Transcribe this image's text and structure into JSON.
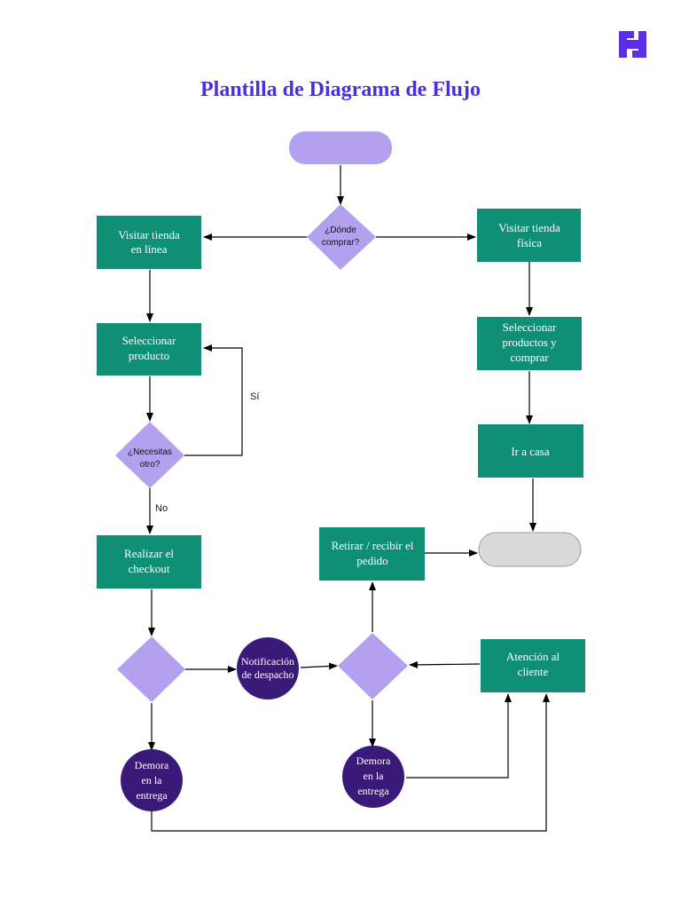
{
  "title": "Plantilla de Diagrama de Flujo",
  "colors": {
    "title": "#4a2ee0",
    "process": "#0f8f76",
    "decision": "#b3a0ee",
    "circle": "#3a1a78",
    "start": "#b3a0ee",
    "end": "#d9d9d9",
    "logo": "#5a2ee6"
  },
  "logo": {
    "icon": "h-logo-icon"
  },
  "nodes": {
    "start": {
      "text": []
    },
    "where_buy": {
      "text": [
        "¿Dónde",
        "comprar?"
      ]
    },
    "visit_online": {
      "text": [
        "Visitar tienda",
        "en línea"
      ]
    },
    "visit_physical": {
      "text": [
        "Visitar tienda",
        "física"
      ]
    },
    "select_product": {
      "text": [
        "Seleccionar",
        "producto"
      ]
    },
    "select_buy": {
      "text": [
        "Seleccionar",
        "productos y",
        "comprar"
      ]
    },
    "need_other": {
      "text": [
        "¿Necesitas",
        "otro?"
      ]
    },
    "go_home": {
      "text": [
        "Ir a casa"
      ]
    },
    "checkout": {
      "text": [
        "Realizar el",
        "checkout"
      ]
    },
    "pickup": {
      "text": [
        "Retirar / recibir el",
        "pedido"
      ]
    },
    "end": {
      "text": []
    },
    "decision_left": {
      "text": []
    },
    "notification": {
      "text": [
        "Notificación",
        "de despacho"
      ]
    },
    "decision_mid": {
      "text": []
    },
    "customer_service": {
      "text": [
        "Atención al",
        "cliente"
      ]
    },
    "delay_left": {
      "text": [
        "Demora",
        "en la",
        "entrega"
      ]
    },
    "delay_mid": {
      "text": [
        "Demora",
        "en la",
        "entrega"
      ]
    }
  },
  "edge_labels": {
    "yes": "Sí",
    "no": "No"
  }
}
